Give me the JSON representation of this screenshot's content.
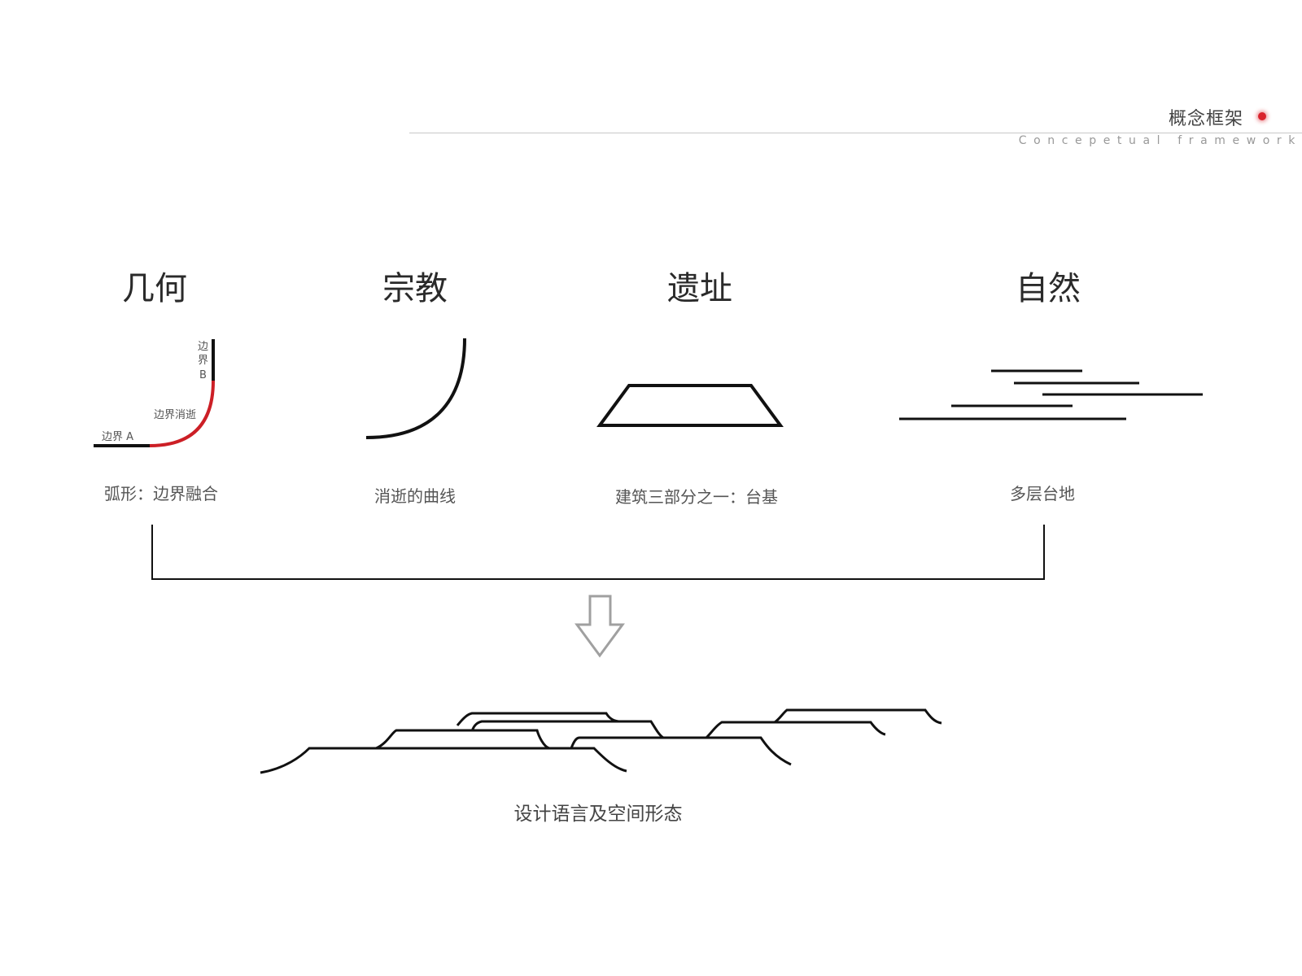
{
  "header": {
    "title": "概念框架",
    "subtitle": "Concepetual framework",
    "accent_color": "#d9232d"
  },
  "categories": [
    {
      "title": "几何",
      "caption": "弧形：边界融合"
    },
    {
      "title": "宗教",
      "caption": "消逝的曲线"
    },
    {
      "title": "遗址",
      "caption": "建筑三部分之一：台基"
    },
    {
      "title": "自然",
      "caption": "多层台地"
    }
  ],
  "geometry_labels": {
    "boundary_a": "边界 A",
    "boundary_b_chars": [
      "边",
      "界",
      "B"
    ],
    "fade": "边界消逝"
  },
  "arrow_icon": "down-arrow-outline-icon",
  "result_caption": "设计语言及空间形态"
}
